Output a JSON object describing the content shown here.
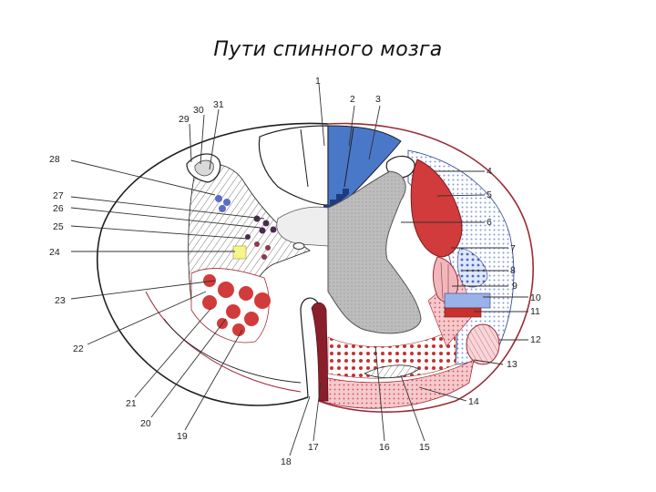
{
  "title": "Пути спинного мозга",
  "labels": [
    "1",
    "2",
    "3",
    "4",
    "5",
    "6",
    "7",
    "8",
    "9",
    "10",
    "11",
    "12",
    "13",
    "14",
    "15",
    "16",
    "17",
    "18",
    "19",
    "20",
    "21",
    "22",
    "23",
    "24",
    "25",
    "26",
    "27",
    "28",
    "29",
    "30",
    "31"
  ],
  "colors": {
    "blue_fill": "#4a78c9",
    "red_fill": "#d23b3b",
    "pink_fill": "#f1b8bc",
    "grey_matter": "#b2b2b2",
    "outline_dark": "#1f1f1f",
    "outline_red": "#9c2b35",
    "yellow": "#f5f58a",
    "dark_red": "#8a1f2c"
  }
}
